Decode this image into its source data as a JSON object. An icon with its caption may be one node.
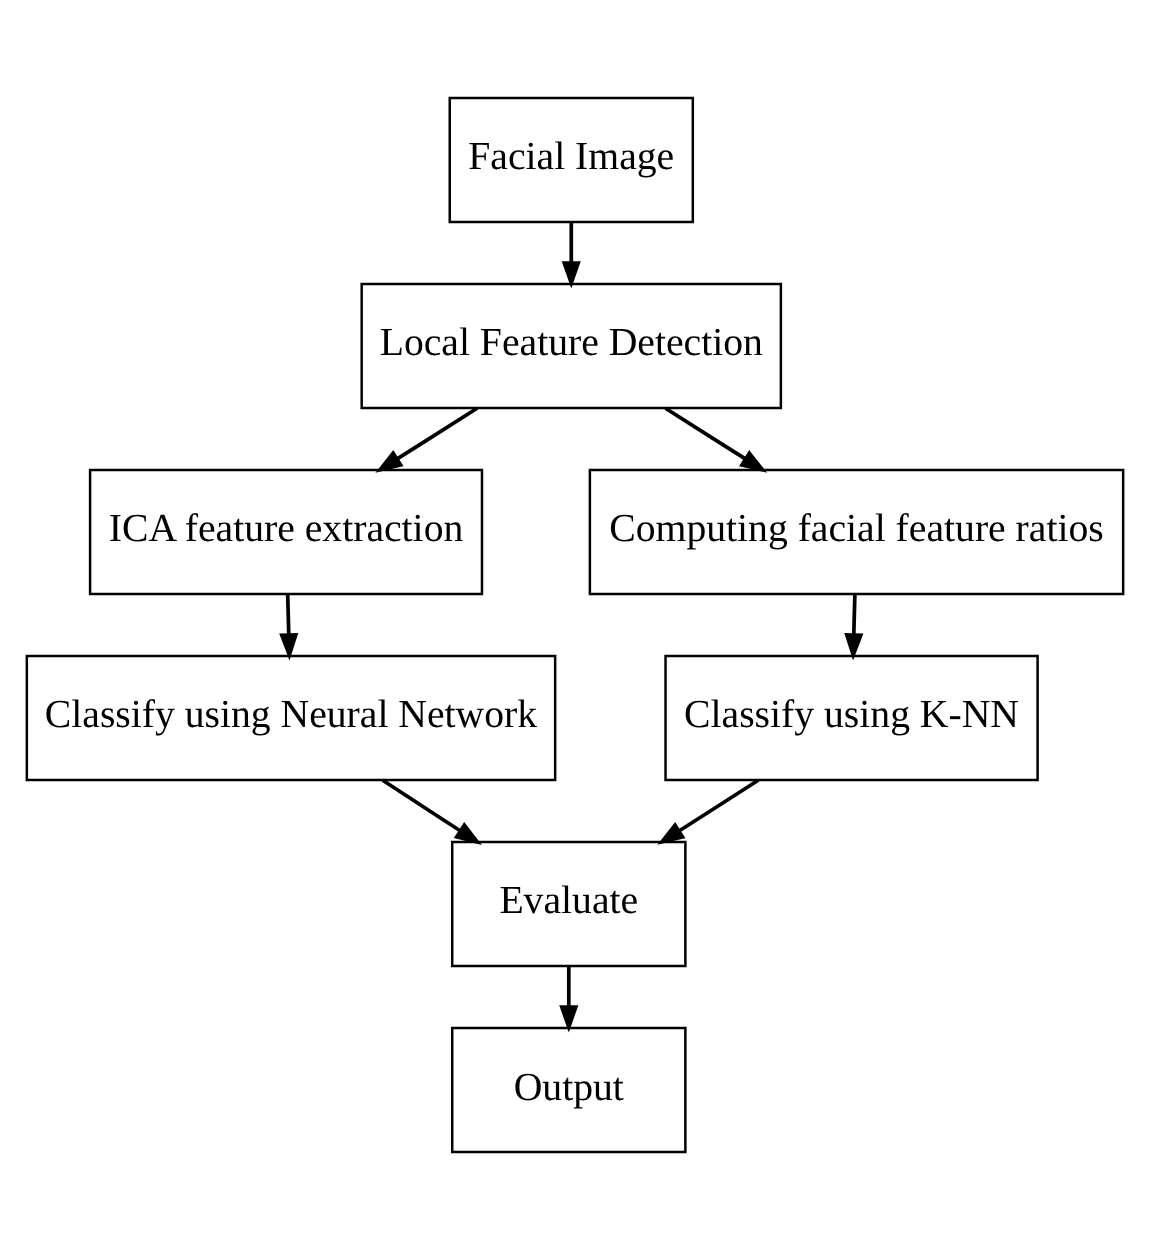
{
  "diagram": {
    "nodes": [
      {
        "text": [
          "Facial Image"
        ]
      },
      {
        "text": [
          "Local Feature Detection"
        ]
      },
      {
        "text": [
          "ICA feature extraction"
        ]
      },
      {
        "text": [
          "Computing facial feature ratios"
        ]
      },
      {
        "text": [
          "Classify using Neural Network"
        ]
      },
      {
        "text": [
          "Classify using K-NN"
        ]
      },
      {
        "text": [
          "Evaluate"
        ]
      },
      {
        "text": [
          "Output"
        ]
      }
    ],
    "edges": [
      {
        "from": 0,
        "to": 1,
        "arrow": "to"
      },
      {
        "from": 1,
        "to": 2,
        "arrow": "to"
      },
      {
        "from": 1,
        "to": 3,
        "arrow": "to"
      },
      {
        "from": 2,
        "to": 4,
        "arrow": "to"
      },
      {
        "from": 3,
        "to": 5,
        "arrow": "to"
      },
      {
        "from": 4,
        "to": 6,
        "arrow": "to"
      },
      {
        "from": 5,
        "to": 6,
        "arrow": "to"
      },
      {
        "from": 6,
        "to": 7,
        "arrow": "to"
      }
    ]
  }
}
